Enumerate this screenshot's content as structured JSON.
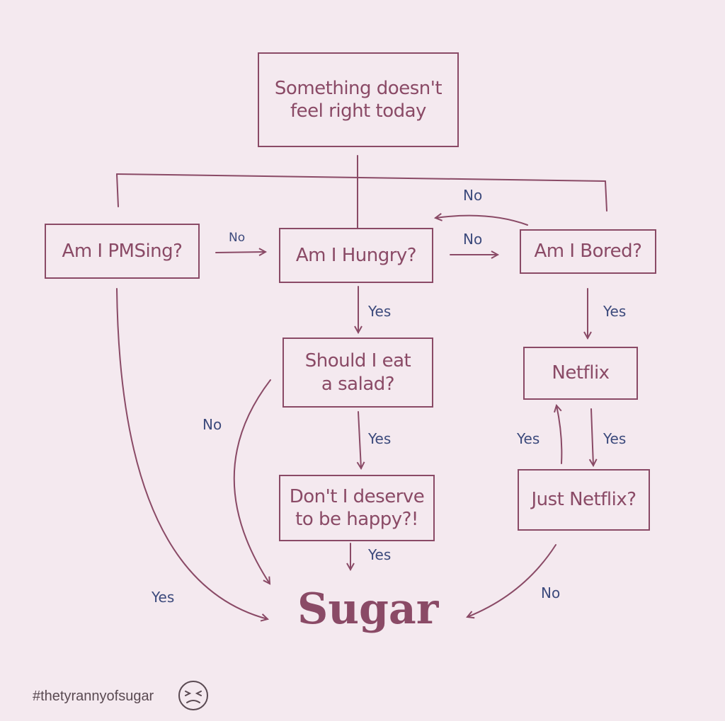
{
  "nodes": {
    "start": "Something doesn't\nfeel right today",
    "pms": "Am I PMSing?",
    "hungry": "Am I Hungry?",
    "bored": "Am I Bored?",
    "salad": "Should I eat\na salad?",
    "deserve": "Don't I deserve\nto be happy?!",
    "netflix": "Netflix",
    "just_netflix": "Just Netflix?",
    "sugar": "Sugar"
  },
  "labels": {
    "pms_hungry": "No",
    "hungry_bored": "No",
    "bored_back": "No",
    "hungry_salad": "Yes",
    "bored_netflix": "Yes",
    "salad_no": "No",
    "salad_deserve": "Yes",
    "netflix_just": "Yes",
    "just_netflix": "Yes",
    "deserve_sugar": "Yes",
    "pms_sugar": "Yes",
    "just_sugar": "No"
  },
  "footer": {
    "hashtag": "#thetyrannyofsugar",
    "icon": "grimace-face-icon"
  },
  "colors": {
    "background": "#f4e9ef",
    "box": "#8a4a66",
    "label": "#3c4a7c"
  }
}
